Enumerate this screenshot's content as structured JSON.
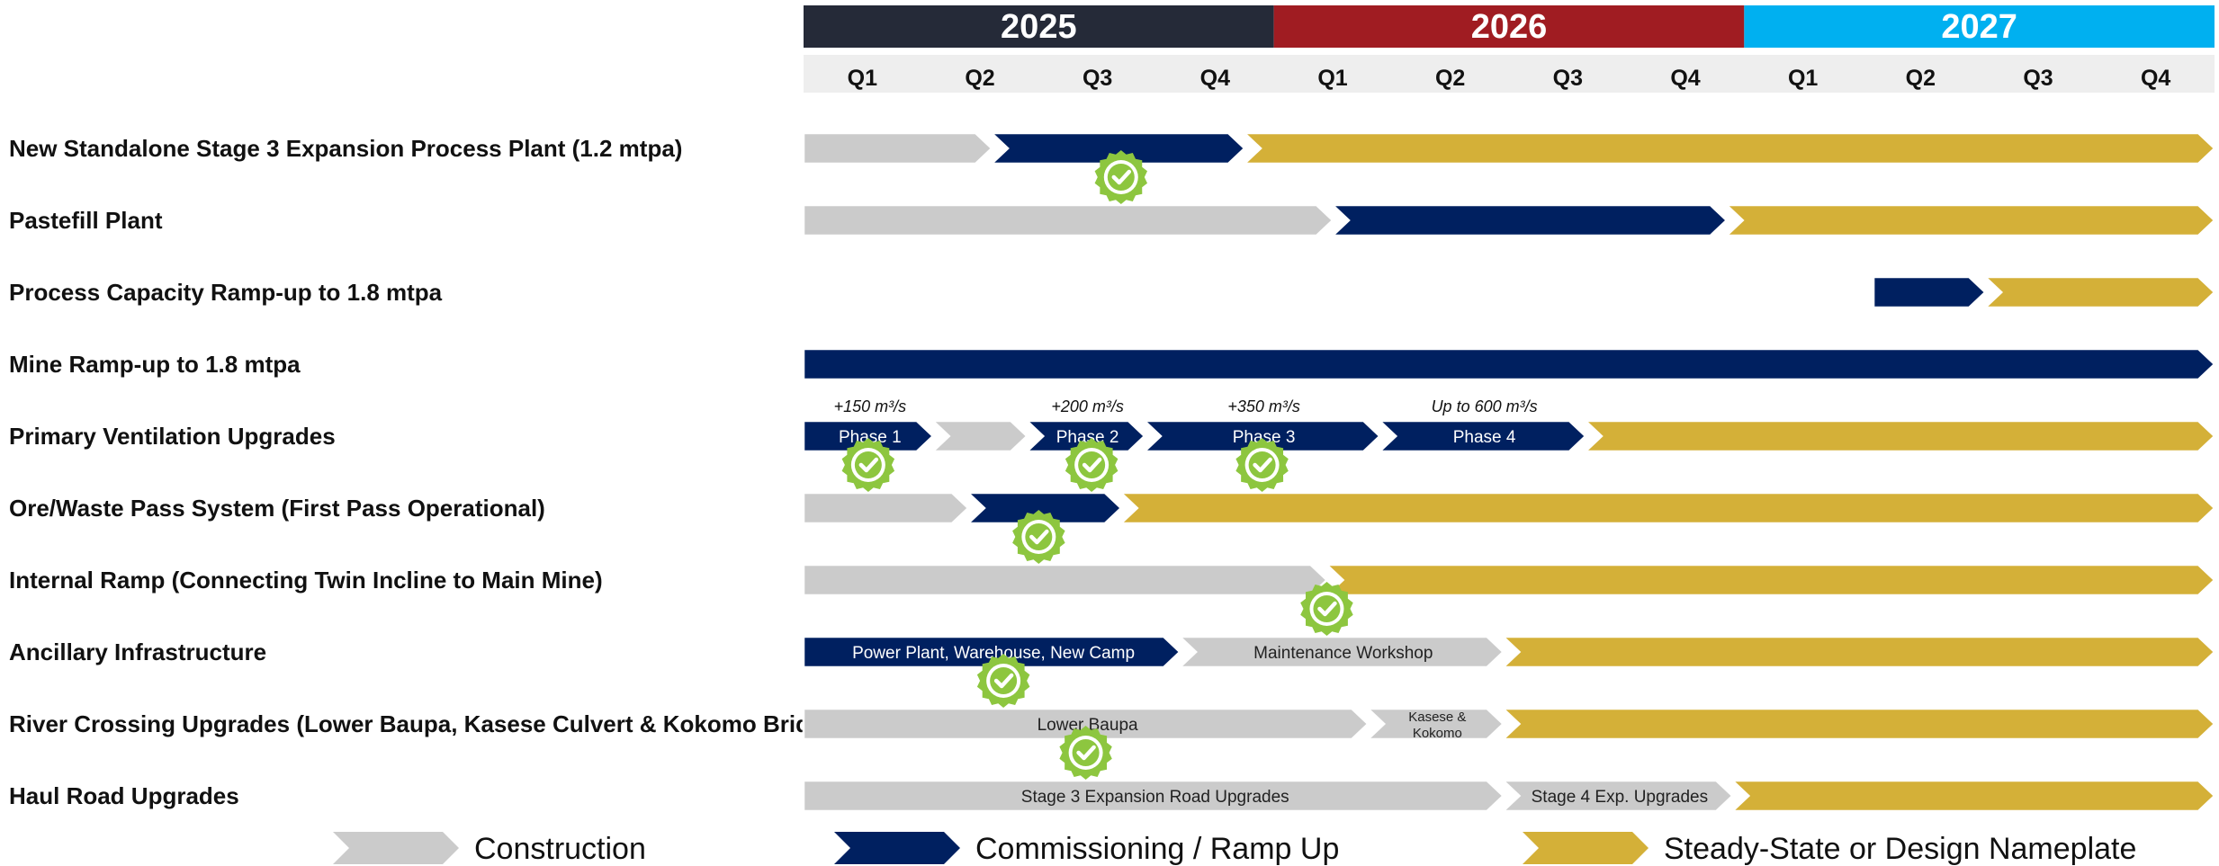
{
  "colors": {
    "construction": "#cbcbcb",
    "commissioning": "#002060",
    "steady": "#d4b038",
    "check": "#8dc63f",
    "quarter_bg": "#eeeeee"
  },
  "years": [
    {
      "label": "2025",
      "color": "#252a38"
    },
    {
      "label": "2026",
      "color": "#a01c22"
    },
    {
      "label": "2027",
      "color": "#00b0f0"
    }
  ],
  "quarters": [
    "Q1",
    "Q2",
    "Q3",
    "Q4",
    "Q1",
    "Q2",
    "Q3",
    "Q4",
    "Q1",
    "Q2",
    "Q3",
    "Q4"
  ],
  "rows": [
    {
      "label": "New Standalone Stage 3 Expansion Process Plant (1.2 mtpa)",
      "segments": [
        {
          "phase": "construction",
          "start": 0,
          "end": 1.6
        },
        {
          "phase": "commissioning",
          "start": 1.6,
          "end": 3.75
        },
        {
          "phase": "steady",
          "start": 3.75,
          "end": 12
        }
      ],
      "checks": [
        2.7
      ]
    },
    {
      "label": "Pastefill Plant",
      "segments": [
        {
          "phase": "construction",
          "start": 0,
          "end": 4.5
        },
        {
          "phase": "commissioning",
          "start": 4.5,
          "end": 7.85
        },
        {
          "phase": "steady",
          "start": 7.85,
          "end": 12
        }
      ],
      "checks": []
    },
    {
      "label": "Process Capacity Ramp-up to 1.8 mtpa",
      "segments": [
        {
          "phase": "commissioning",
          "start": 9.1,
          "end": 10.05
        },
        {
          "phase": "steady",
          "start": 10.05,
          "end": 12
        }
      ],
      "checks": []
    },
    {
      "label": "Mine Ramp-up to 1.8 mtpa",
      "segments": [
        {
          "phase": "commissioning",
          "start": 0,
          "end": 12
        }
      ],
      "checks": []
    },
    {
      "label": "Primary Ventilation Upgrades",
      "segments": [
        {
          "phase": "commissioning",
          "start": 0,
          "end": 1.1,
          "text": "Phase 1",
          "note": "+150 m³/s"
        },
        {
          "phase": "construction",
          "start": 1.1,
          "end": 1.9
        },
        {
          "phase": "commissioning",
          "start": 1.9,
          "end": 2.9,
          "text": "Phase 2",
          "note": "+200 m³/s"
        },
        {
          "phase": "commissioning",
          "start": 2.9,
          "end": 4.9,
          "text": "Phase 3",
          "note": "+350 m³/s"
        },
        {
          "phase": "commissioning",
          "start": 4.9,
          "end": 6.65,
          "text": "Phase 4",
          "note": "Up to 600 m³/s"
        },
        {
          "phase": "steady",
          "start": 6.65,
          "end": 12
        }
      ],
      "checks": [
        0.55,
        2.45,
        3.9
      ]
    },
    {
      "label": "Ore/Waste Pass System (First Pass Operational)",
      "segments": [
        {
          "phase": "construction",
          "start": 0,
          "end": 1.4
        },
        {
          "phase": "commissioning",
          "start": 1.4,
          "end": 2.7
        },
        {
          "phase": "steady",
          "start": 2.7,
          "end": 12
        }
      ],
      "checks": [
        2.0
      ]
    },
    {
      "label": "Internal Ramp (Connecting Twin Incline to Main Mine)",
      "segments": [
        {
          "phase": "construction",
          "start": 0,
          "end": 4.45
        },
        {
          "phase": "steady",
          "start": 4.45,
          "end": 12
        }
      ],
      "checks": [
        4.45
      ]
    },
    {
      "label": "Ancillary Infrastructure",
      "segments": [
        {
          "phase": "commissioning",
          "start": 0,
          "end": 3.2,
          "text": "Power Plant, Warehouse, New Camp"
        },
        {
          "phase": "construction",
          "start": 3.2,
          "end": 5.95,
          "text": "Maintenance Workshop"
        },
        {
          "phase": "steady",
          "start": 5.95,
          "end": 12
        }
      ],
      "checks": [
        1.7
      ]
    },
    {
      "label": "River Crossing Upgrades (Lower Baupa, Kasese Culvert & Kokomo Bridge)",
      "segments": [
        {
          "phase": "construction",
          "start": 0,
          "end": 4.8,
          "text": "Lower Baupa"
        },
        {
          "phase": "construction",
          "start": 4.8,
          "end": 5.95,
          "text": "Kasese &",
          "text2": "Kokomo"
        },
        {
          "phase": "steady",
          "start": 5.95,
          "end": 12
        }
      ],
      "checks": [
        2.4
      ]
    },
    {
      "label": "Haul Road Upgrades",
      "segments": [
        {
          "phase": "construction",
          "start": 0,
          "end": 5.95,
          "text": "Stage 3 Expansion Road Upgrades"
        },
        {
          "phase": "construction",
          "start": 5.95,
          "end": 7.9,
          "text": "Stage 4 Exp. Upgrades"
        },
        {
          "phase": "steady",
          "start": 7.9,
          "end": 12
        }
      ],
      "checks": []
    }
  ],
  "legend": [
    {
      "phase": "construction",
      "label": "Construction"
    },
    {
      "phase": "commissioning",
      "label": "Commissioning / Ramp Up"
    },
    {
      "phase": "steady",
      "label": "Steady-State or Design Nameplate"
    }
  ]
}
